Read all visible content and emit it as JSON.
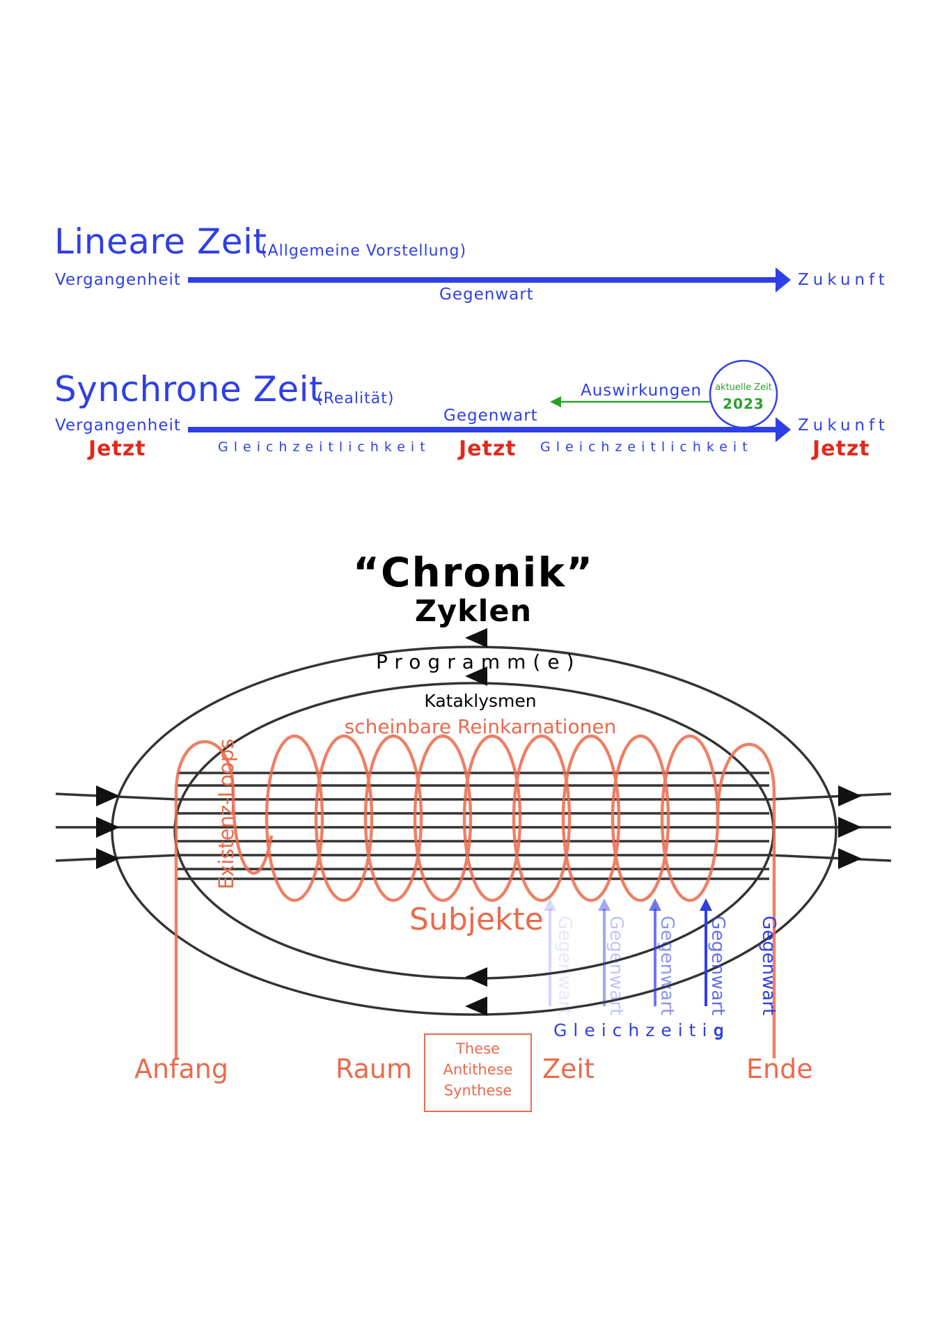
{
  "linear": {
    "title": "Lineare Zeit",
    "subtitle": "(Allgemeine Vorstellung)",
    "past": "Vergangenheit",
    "future": "Zukunft",
    "present": "Gegenwart"
  },
  "synchron": {
    "title": "Synchrone Zeit",
    "subtitle": "(Realität)",
    "past": "Vergangenheit",
    "future": "Zukunft",
    "present": "Gegenwart",
    "effects": "Auswirkungen",
    "current_time_label": "aktuelle Zeit",
    "current_time_year": "2023",
    "now": "Jetzt",
    "simultaneity": "Gleichzeitlichkeit"
  },
  "chronik": {
    "title": "“Chronik”",
    "subtitle": "Zyklen",
    "programs": "Programm(e)",
    "cataclysms": "Kataklysmen",
    "reincarnations": "scheinbare Reinkarnationen",
    "loops": "Existenz-Loops",
    "subjects": "Subjekte",
    "present": "Gegenwart",
    "simultaneous": "Gleichzeitig",
    "simultaneous_tail": "g",
    "start": "Anfang",
    "space": "Raum",
    "time": "Zeit",
    "end": "Ende",
    "thesis": "These",
    "antithesis": "Antithese",
    "synthesis": "Synthese"
  },
  "colors": {
    "blue": "#2f3fe6",
    "red": "#e02a1e",
    "coral": "#ea6a4c",
    "green": "#2aa02a"
  }
}
